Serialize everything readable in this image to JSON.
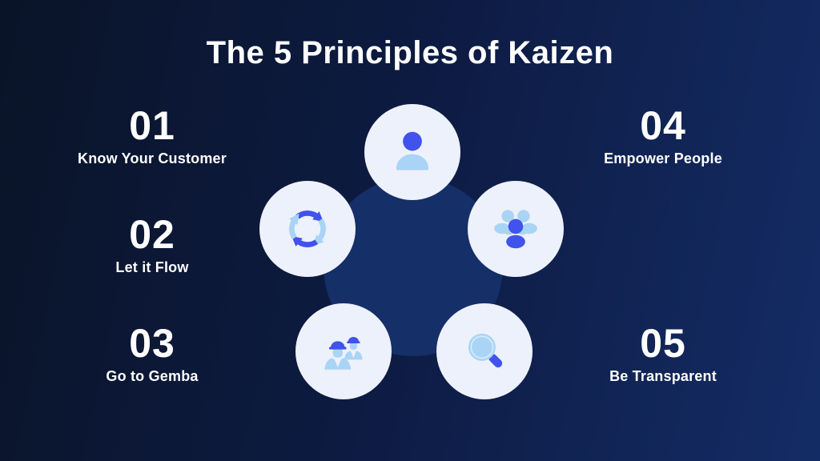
{
  "title": "The 5 Principles of Kaizen",
  "colors": {
    "background_left": "#0a1428",
    "background_right": "#142c65",
    "hub_circle": "#152f68",
    "node_circle": "#edf1fb",
    "icon_primary_blue": "#4153ec",
    "icon_light_blue": "#a9d4f5",
    "icon_ring_highlight": "#d6ebfc",
    "text": "#ffffff"
  },
  "principles": [
    {
      "number": "01",
      "label": "Know Your Customer",
      "icon": "person-icon",
      "column": "left"
    },
    {
      "number": "02",
      "label": "Let it Flow",
      "icon": "cycle-icon",
      "column": "left"
    },
    {
      "number": "03",
      "label": "Go to Gemba",
      "icon": "workers-icon",
      "column": "left"
    },
    {
      "number": "04",
      "label": "Empower People",
      "icon": "group-icon",
      "column": "right"
    },
    {
      "number": "05",
      "label": "Be Transparent",
      "icon": "magnifier-icon",
      "column": "right"
    }
  ]
}
